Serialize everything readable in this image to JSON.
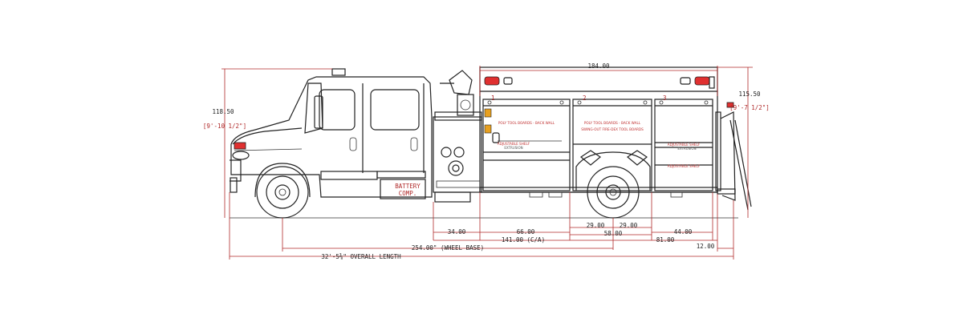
{
  "dimensions": {
    "body_length": "184.00",
    "cab_height": "118.50",
    "cab_height_ft": "[9'-10 1/2\"]",
    "body_height": "115.50",
    "body_height_ft": "[9'-7 1/2\"]",
    "pump_panel": "34.00",
    "compartment_1": "66.00",
    "wheel_half_left": "29.00",
    "wheel_half_right": "29.00",
    "wheel_well": "58.00",
    "compartment_3": "44.00",
    "cab_to_axle": "141.00 (C/A)",
    "rear_overhang": "81.00",
    "tail_step": "12.00",
    "wheel_base": "254.00\" (WHEEL BASE)",
    "overall_length": "32'-5⅜\" OVERALL LENGTH"
  },
  "labels": {
    "battery_line1": "BATTERY",
    "battery_line2": "COMP.",
    "compartment_numbers": [
      "1",
      "2",
      "3"
    ],
    "note_comp1": "POLY TOOL BOARDS - BACK WALL",
    "note_comp2a": "POLY TOOL BOARDS - BACK WALL",
    "note_comp2b": "SWING-OUT FIRE-DEX TOOL BOARDS",
    "small_label_1": "ADJUSTABLE SHELF",
    "small_label_2": "EXTRUSION",
    "small_label_3": "ADJUSTABLE SHELF",
    "small_label_4": "EXTRUSION",
    "small_label_5": "ADJUSTABLE SHELF"
  }
}
